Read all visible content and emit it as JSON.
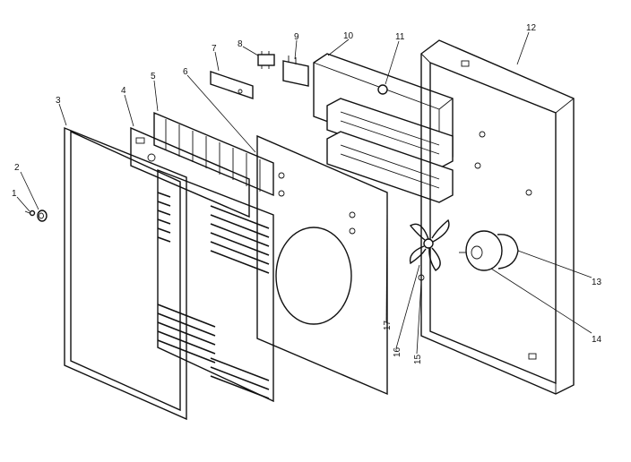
{
  "diagram": {
    "part_labels": [
      "1",
      "2",
      "3",
      "4",
      "5",
      "6",
      "7",
      "8",
      "9",
      "10",
      "11",
      "12",
      "13",
      "14",
      "15",
      "16",
      "17"
    ]
  }
}
